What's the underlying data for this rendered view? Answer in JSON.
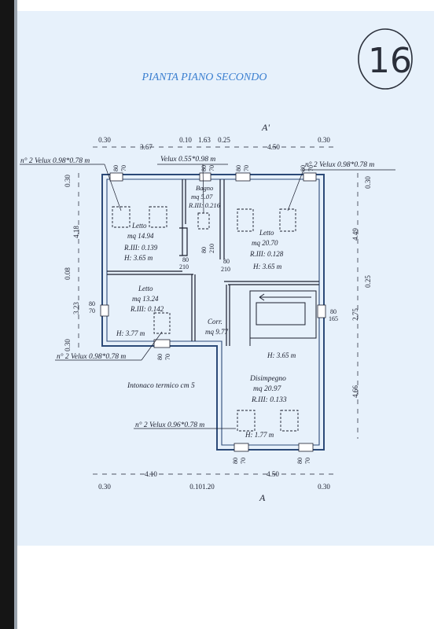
{
  "page_number": "16",
  "title": "PIANTA PIANO SECONDO",
  "note": "Intonaco termico cm 5",
  "velux": {
    "top_left": "n° 2 Velux 0.98*0.78 m",
    "top_center": "Velux 0.55*0.98 m",
    "top_right": "n° 2 Velux 0.98*0.78 m",
    "bottom_left": "n° 2 Velux 0.98*0.78 m",
    "bottom_right": "n° 2 Velux 0.96*0.78 m"
  },
  "rooms": {
    "letto1": {
      "name": "Letto",
      "area": "mq 14.94",
      "ri": "R.III: 0.139",
      "h": "H: 3.65 m"
    },
    "bagno": {
      "name": "Bagno",
      "area": "mq 5.07",
      "ri": "R.III: 0.216"
    },
    "letto2": {
      "name": "Letto",
      "area": "mq 20.70",
      "ri": "R.III: 0.128",
      "h": "H: 3.65 m"
    },
    "letto3": {
      "name": "Letto",
      "area": "mq 13.24",
      "ri": "R.III: 0.142",
      "h": "H: 3.77 m"
    },
    "corr": {
      "name": "Corr.",
      "area": "mq 9.77"
    },
    "stair": {
      "h": "H: 3.65 m"
    },
    "disimpegno": {
      "name": "Disimpegno",
      "area": "mq 20.97",
      "ri": "R.III: 0.133",
      "h": "H: 1.77 m"
    }
  },
  "dims_top": {
    "d1": "0.30",
    "d2": "3.67",
    "d3": "0.10",
    "d4": "1.63",
    "d5": "0.25",
    "d6": "4.50",
    "d7": "0.30"
  },
  "dims_bottom": {
    "d1": "4.10",
    "d2": "4.50",
    "d3": "0.30",
    "d4": "0.101.20",
    "d5": "0.30"
  },
  "dims_left": {
    "d1": "0.30",
    "d2": "4.18",
    "d3": "0.08",
    "d4": "3.23",
    "d5": "0.30"
  },
  "dims_right": {
    "d1": "0.30",
    "d2": "4.49",
    "d3": "0.25",
    "d4": "2.75",
    "d5": "4.66"
  },
  "openings": {
    "o80": "80",
    "o70": "70",
    "o210": "210",
    "o165": "165"
  },
  "section_marks": {
    "top": "A'",
    "bottom": "A"
  },
  "colors": {
    "sheet": "#e7f1fb",
    "wall": "#2c4a78",
    "title": "#3b7fd0"
  }
}
